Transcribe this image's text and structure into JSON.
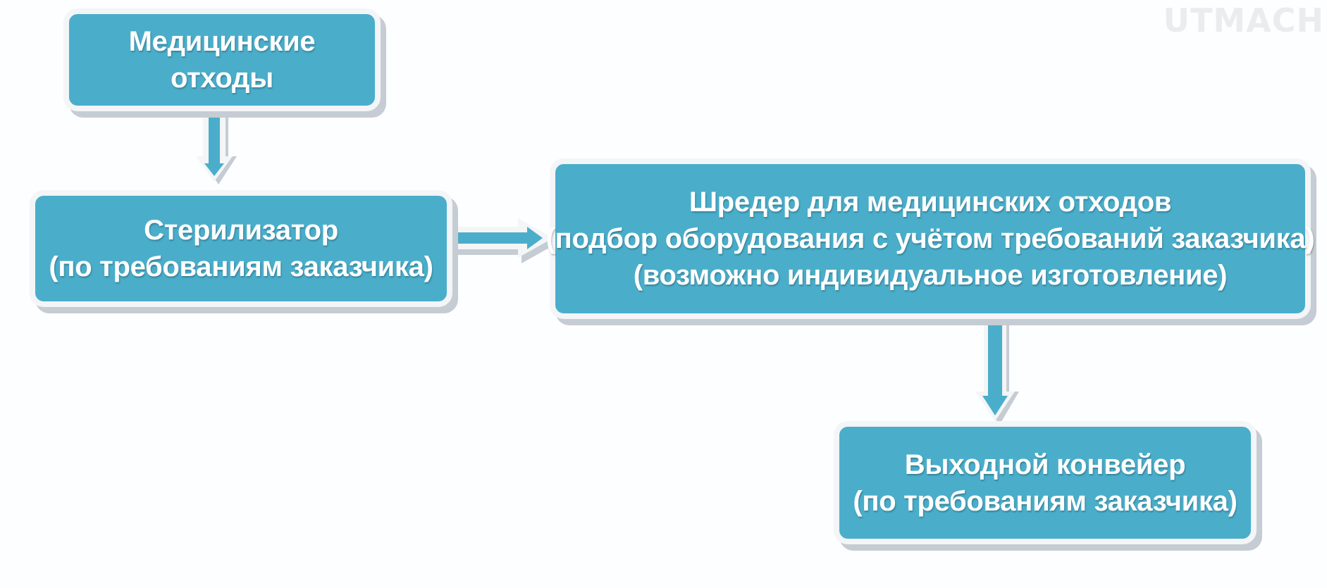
{
  "watermark": "UTMACH",
  "colors": {
    "box_fill": "#4aaecb",
    "box_border": "#f3f5f7",
    "box_shadow": "#c6ccd3",
    "text": "#ffffff"
  },
  "nodes": {
    "medical_waste": {
      "line1": "Медицинские",
      "line2": "отходы"
    },
    "sterilizer": {
      "line1": "Стерилизатор",
      "line2": "(по требованиям заказчика)"
    },
    "shredder": {
      "line1": "Шредер для медицинских отходов",
      "line2": "(подбор оборудования с учётом требований заказчика)",
      "line3": "(возможно индивидуальное изготовление)"
    },
    "conveyor": {
      "line1": "Выходной конвейер",
      "line2": "(по требованиям заказчика)"
    }
  },
  "edges": [
    {
      "from": "medical_waste",
      "to": "sterilizer"
    },
    {
      "from": "sterilizer",
      "to": "shredder"
    },
    {
      "from": "shredder",
      "to": "conveyor"
    }
  ]
}
